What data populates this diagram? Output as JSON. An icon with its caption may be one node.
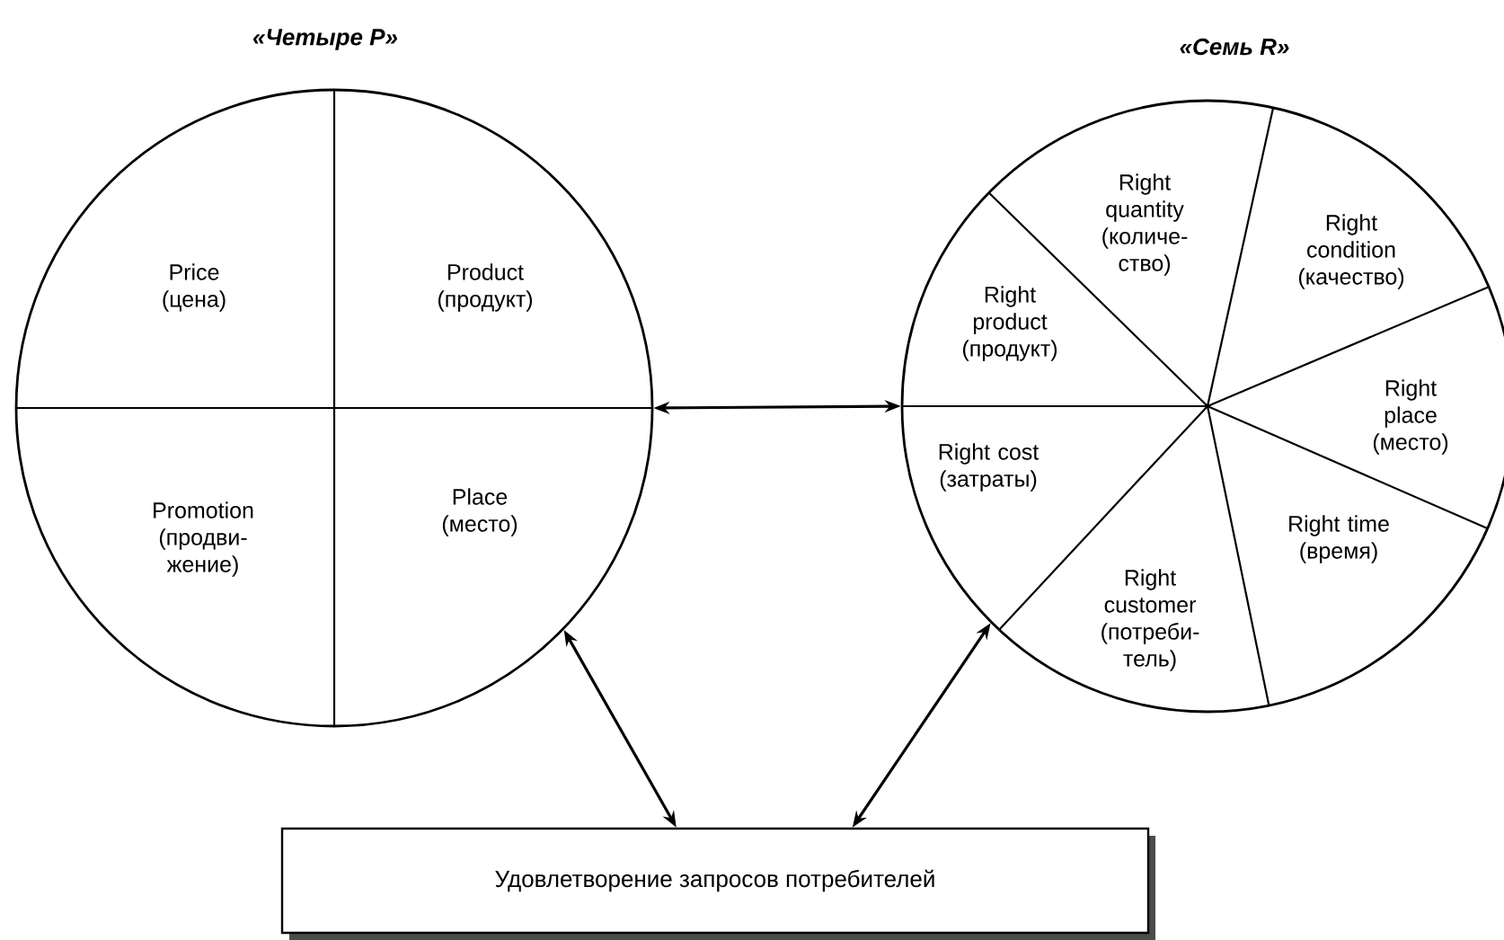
{
  "diagram": {
    "nodes": [
      {
        "text": [
          "«Четыре P»"
        ]
      },
      {
        "text": [
          "Price (цена)"
        ],
        "in": 0
      },
      {
        "text": [
          "Product (продукт)"
        ],
        "in": 0
      },
      {
        "text": [
          "Promotion (продви- жение)"
        ],
        "in": 0
      },
      {
        "text": [
          "Place (место)"
        ],
        "in": 0
      },
      {
        "text": [
          "«Семь R»"
        ]
      },
      {
        "text": [
          "Right quantity (количе- ство)"
        ],
        "in": 5
      },
      {
        "text": [
          "Right condition (качество)"
        ],
        "in": 5
      },
      {
        "text": [
          "Right product (продукт)"
        ],
        "in": 5
      },
      {
        "text": [
          "Right place (место)"
        ],
        "in": 5
      },
      {
        "text": [
          "Right cost (затраты)"
        ],
        "in": 5
      },
      {
        "text": [
          "Right time (время)"
        ],
        "in": 5
      },
      {
        "text": [
          "Right customer (потреби- тель)"
        ],
        "in": 5
      },
      {
        "text": [
          "Удовлетворение запросов потребителей"
        ]
      }
    ],
    "edges": [
      {
        "from": 0,
        "to": 5,
        "arrow": "both"
      },
      {
        "from": 0,
        "to": 13,
        "arrow": "both"
      },
      {
        "from": 5,
        "to": 13,
        "arrow": "both"
      }
    ]
  }
}
